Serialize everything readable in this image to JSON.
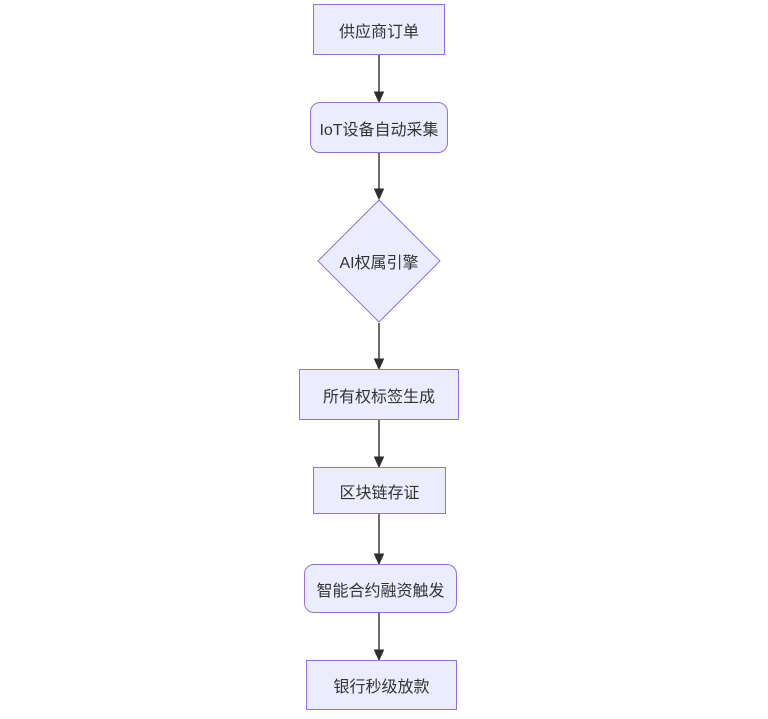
{
  "diagram": {
    "type": "flowchart",
    "direction": "top-down",
    "nodes": [
      {
        "id": "n1",
        "label": "供应商订单",
        "shape": "rectangle"
      },
      {
        "id": "n2",
        "label": "IoT设备自动采集",
        "shape": "rounded-rectangle"
      },
      {
        "id": "n3",
        "label": "AI权属引擎",
        "shape": "diamond"
      },
      {
        "id": "n4",
        "label": "所有权标签生成",
        "shape": "rectangle"
      },
      {
        "id": "n5",
        "label": "区块链存证",
        "shape": "rectangle"
      },
      {
        "id": "n6",
        "label": "智能合约融资触发",
        "shape": "rounded-rectangle"
      },
      {
        "id": "n7",
        "label": "银行秒级放款",
        "shape": "rectangle"
      }
    ],
    "edges": [
      {
        "from": "供应商订单",
        "to": "IoT设备自动采集",
        "label": ""
      },
      {
        "from": "IoT设备自动采集",
        "to": "AI权属引擎",
        "label": ""
      },
      {
        "from": "AI权属引擎",
        "to": "所有权标签生成",
        "label": ""
      },
      {
        "from": "所有权标签生成",
        "to": "区块链存证",
        "label": ""
      },
      {
        "from": "区块链存证",
        "to": "智能合约融资触发",
        "label": ""
      },
      {
        "from": "智能合约融资触发",
        "to": "银行秒级放款",
        "label": ""
      }
    ],
    "colors": {
      "node_fill": "#ECECFF",
      "node_border": "#9370DB",
      "text": "#333333",
      "arrow": "#333333",
      "background": "#FFFFFF"
    }
  }
}
